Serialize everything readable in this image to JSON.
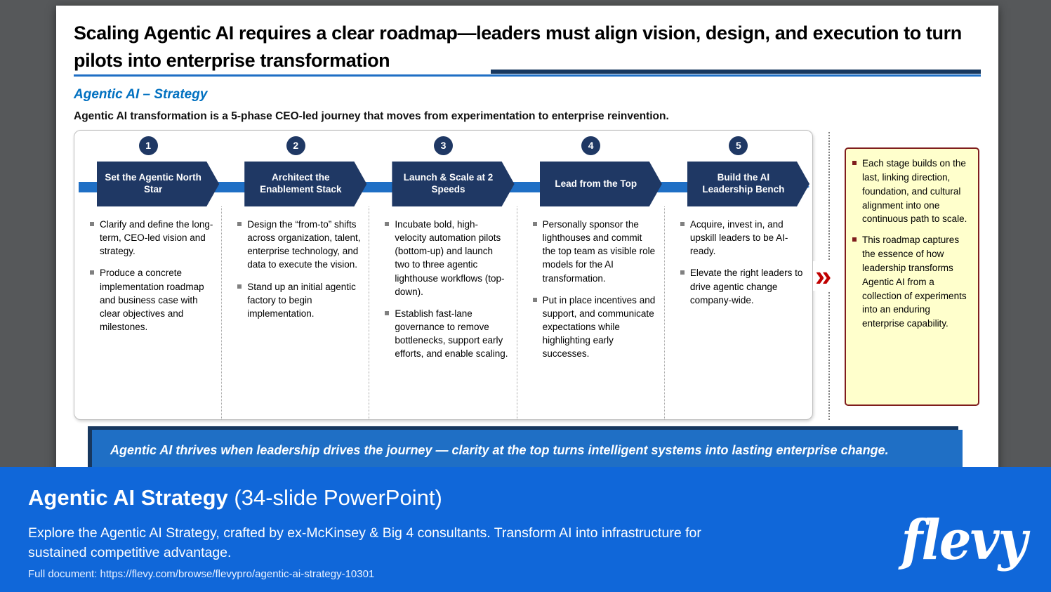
{
  "slide": {
    "title": "Scaling Agentic AI requires a clear roadmap—leaders must align vision, design, and execution to turn pilots into enterprise transformation",
    "subtitle": "Agentic AI – Strategy",
    "lead": "Agentic AI transformation is a 5-phase CEO-led journey that moves from experimentation to enterprise reinvention.",
    "phases": [
      {
        "number": "1",
        "title": "Set the Agentic North Star",
        "bullets": [
          "Clarify and define the long-term, CEO-led vision and strategy.",
          "Produce a concrete implementation roadmap and business case with clear objectives and milestones."
        ]
      },
      {
        "number": "2",
        "title": "Architect the Enablement Stack",
        "bullets": [
          "Design the “from-to” shifts across organization, talent, enterprise technology, and data to execute the vision.",
          "Stand up an initial agentic factory to begin implementation."
        ]
      },
      {
        "number": "3",
        "title": "Launch & Scale at 2 Speeds",
        "bullets": [
          "Incubate bold, high-velocity automation pilots (bottom-up) and launch two to three agentic lighthouse workflows (top-down).",
          "Establish fast-lane governance to remove bottlenecks, support early efforts, and enable scaling."
        ]
      },
      {
        "number": "4",
        "title": "Lead from the Top",
        "bullets": [
          "Personally sponsor the lighthouses and commit the top team as visible role models for the AI transformation.",
          "Put in place incentives and support, and communicate expectations while highlighting early successes."
        ]
      },
      {
        "number": "5",
        "title": "Build the AI Leadership Bench",
        "bullets": [
          "Acquire, invest in, and upskill leaders to be AI-ready.",
          "Elevate the right leaders to drive agentic change company-wide."
        ]
      }
    ],
    "flow_icon": "»",
    "sidenote_bullets": [
      "Each stage builds on the last, linking direction, foundation, and cultural alignment into one continuous path to scale.",
      "This roadmap captures the essence of how leadership transforms Agentic AI from a collection of experiments into an enduring enterprise capability."
    ],
    "takeaway": "Agentic AI thrives when leadership drives the journey — clarity at the top turns intelligent systems into lasting enterprise change."
  },
  "overlay": {
    "title": "Agentic AI Strategy",
    "title_suffix": " (34-slide PowerPoint)",
    "description": "Explore the Agentic AI Strategy, crafted by ex-McKinsey & Big 4 consultants. Transform AI into infrastructure for sustained competitive advantage.",
    "link": "Full document: https://flevy.com/browse/flevypro/agentic-ai-strategy-10301",
    "logo": "flevy"
  },
  "colors": {
    "navy": "#1F3864",
    "process_blue": "#1F6FC5",
    "subtitle_blue": "#0070C0",
    "overlay_blue": "#1067D9",
    "note_background": "#FFFFCC",
    "note_border": "#7F1D1D",
    "chevron_red": "#C00000",
    "backdrop_gray": "#56585A"
  }
}
